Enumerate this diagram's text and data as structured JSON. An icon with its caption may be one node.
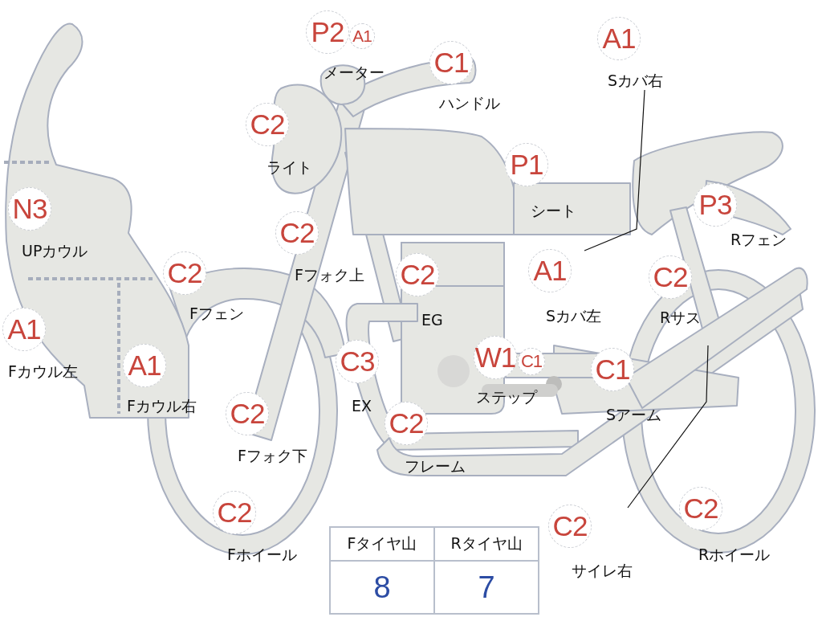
{
  "diagram": {
    "nodes": [
      {
        "text": [
          "P2"
        ],
        "beside": [
          "メーター"
        ]
      },
      {
        "text": [
          "A1"
        ]
      },
      {
        "text": [
          "C1"
        ],
        "beside": [
          "ハンドル"
        ]
      },
      {
        "text": [
          "A1"
        ],
        "beside": [
          "Sカバ右"
        ]
      },
      {
        "text": [
          "C2"
        ],
        "beside": [
          "ライト"
        ]
      },
      {
        "text": [
          "P1"
        ],
        "beside": [
          "シート"
        ]
      },
      {
        "text": [
          "N3"
        ],
        "beside": [
          "UPカウル"
        ]
      },
      {
        "text": [
          "C2"
        ],
        "beside": [
          "Fフォク上"
        ]
      },
      {
        "text": [
          "P3"
        ],
        "beside": [
          "Rフェン"
        ]
      },
      {
        "text": [
          "C2"
        ],
        "beside": [
          "Fフェン"
        ]
      },
      {
        "text": [
          "C2"
        ],
        "beside": [
          "EG"
        ]
      },
      {
        "text": [
          "A1"
        ],
        "beside": [
          "Sカバ左"
        ]
      },
      {
        "text": [
          "C2"
        ],
        "beside": [
          "Rサス"
        ]
      },
      {
        "text": [
          "A1"
        ],
        "beside": [
          "Fカウル左"
        ]
      },
      {
        "text": [
          "C3"
        ],
        "beside": [
          "EX"
        ]
      },
      {
        "text": [
          "W1"
        ],
        "beside": [
          "ステップ"
        ]
      },
      {
        "text": [
          "C1"
        ]
      },
      {
        "text": [
          "A1"
        ],
        "beside": [
          "Fカウル右"
        ]
      },
      {
        "text": [
          "C1"
        ],
        "beside": [
          "Sアーム"
        ]
      },
      {
        "text": [
          "C2"
        ],
        "beside": [
          "Fフォク下"
        ]
      },
      {
        "text": [
          "C2"
        ],
        "beside": [
          "フレーム"
        ]
      },
      {
        "text": [
          "C2"
        ],
        "beside": [
          "Fホイール"
        ]
      },
      {
        "text": [
          "C2"
        ],
        "beside": [
          "サイレ右"
        ]
      },
      {
        "text": [
          "C2"
        ],
        "beside": [
          "Rホイール"
        ]
      }
    ],
    "edges": [
      {
        "from": 3,
        "to": null,
        "arrow": "none"
      },
      {
        "from": 22,
        "to": null,
        "arrow": "none"
      }
    ],
    "labels": [
      "Fタイヤ山",
      "Rタイヤ山",
      "8",
      "7"
    ]
  }
}
